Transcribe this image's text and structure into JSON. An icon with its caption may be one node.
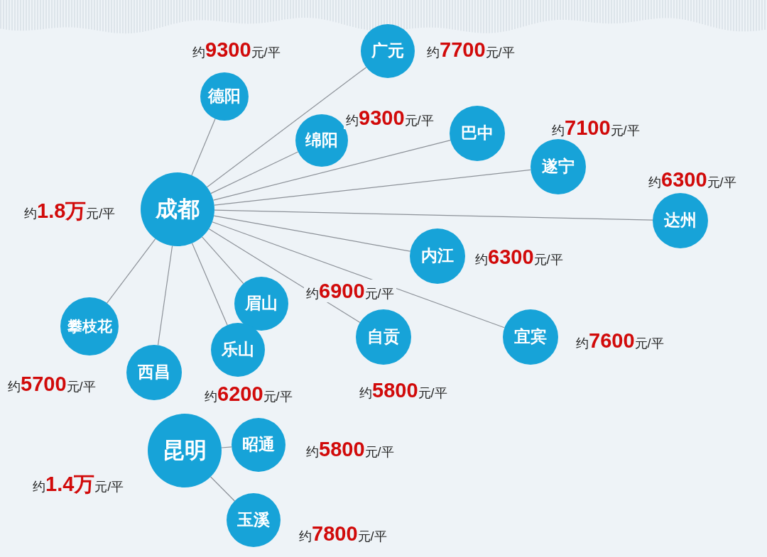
{
  "diagram": {
    "nodes": [
      {
        "text": [
          "广元"
        ],
        "beside": [
          "约**7700**元/平"
        ]
      },
      {
        "text": [
          "德阳"
        ],
        "beside": [
          "约**9300**元/平"
        ]
      },
      {
        "text": [
          "巴中"
        ]
      },
      {
        "text": [
          "绵阳"
        ],
        "beside": [
          "约**9300**元/平"
        ]
      },
      {
        "text": [
          "遂宁"
        ],
        "beside": [
          "约**7100**元/平"
        ]
      },
      {
        "text": [
          "成都"
        ],
        "beside": [
          "约**1.8万**元/平"
        ]
      },
      {
        "text": [
          "达州"
        ],
        "beside": [
          "约**6300**元/平"
        ]
      },
      {
        "text": [
          "内江"
        ],
        "beside": [
          "约**6300**元/平"
        ]
      },
      {
        "text": [
          "眉山"
        ],
        "beside": [
          "约**6900**元/平"
        ]
      },
      {
        "text": [
          "攀枝花"
        ],
        "beside": [
          "约**5700**元/平"
        ]
      },
      {
        "text": [
          "自贡"
        ],
        "beside": [
          "约**5800**元/平"
        ]
      },
      {
        "text": [
          "宜宾"
        ],
        "beside": [
          "约**7600**元/平"
        ]
      },
      {
        "text": [
          "乐山"
        ],
        "beside": [
          "约**6200**元/平"
        ]
      },
      {
        "text": [
          "西昌"
        ]
      },
      {
        "text": [
          "昆明"
        ],
        "beside": [
          "约**1.4万**元/平"
        ]
      },
      {
        "text": [
          "昭通"
        ],
        "beside": [
          "约**5800**元/平"
        ]
      },
      {
        "text": [
          "玉溪"
        ],
        "beside": [
          "约**7800**元/平"
        ]
      }
    ],
    "edges": [
      {
        "from": 5,
        "to": 0,
        "arrow": "none"
      },
      {
        "from": 5,
        "to": 1,
        "arrow": "none"
      },
      {
        "from": 5,
        "to": 2,
        "arrow": "none"
      },
      {
        "from": 5,
        "to": 3,
        "arrow": "none"
      },
      {
        "from": 5,
        "to": 4,
        "arrow": "none"
      },
      {
        "from": 5,
        "to": 6,
        "arrow": "none"
      },
      {
        "from": 5,
        "to": 7,
        "arrow": "none"
      },
      {
        "from": 5,
        "to": 8,
        "arrow": "none"
      },
      {
        "from": 5,
        "to": 9,
        "arrow": "none"
      },
      {
        "from": 5,
        "to": 10,
        "arrow": "none"
      },
      {
        "from": 5,
        "to": 11,
        "arrow": "none"
      },
      {
        "from": 5,
        "to": 12,
        "arrow": "none"
      },
      {
        "from": 5,
        "to": 13,
        "arrow": "none"
      },
      {
        "from": 14,
        "to": 15,
        "arrow": "none"
      },
      {
        "from": 14,
        "to": 16,
        "arrow": "none"
      }
    ]
  }
}
